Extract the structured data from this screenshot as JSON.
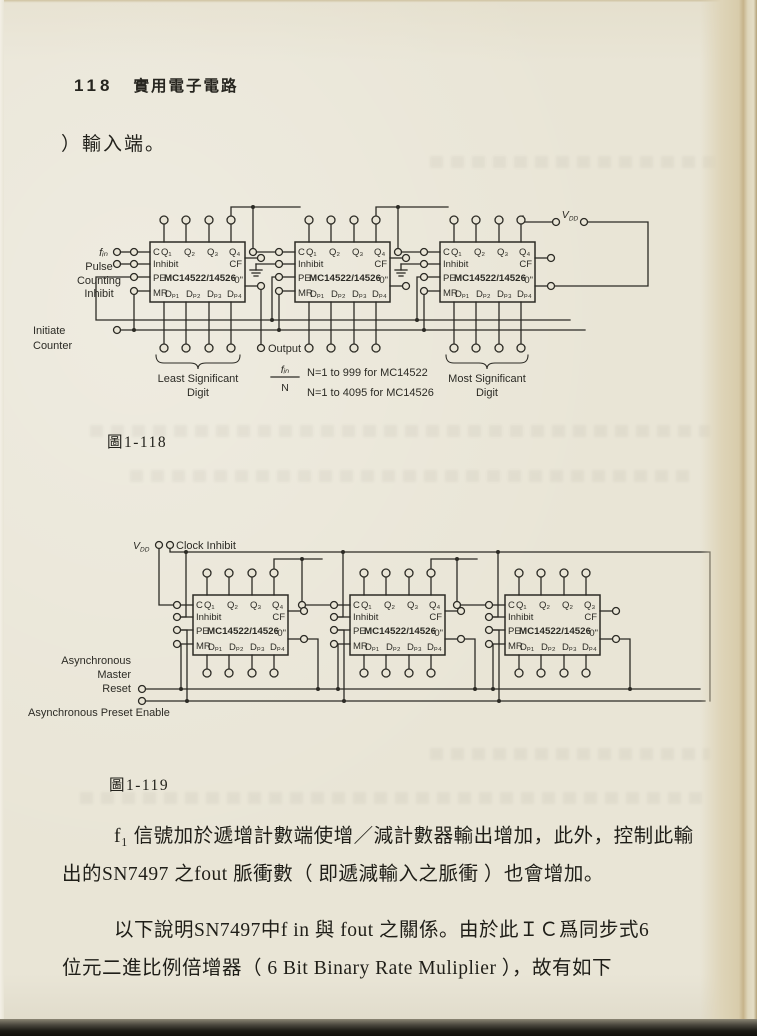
{
  "page": {
    "number": "118",
    "title": "實用電子電路"
  },
  "intro_line": "）輸入端。",
  "ic": {
    "c": "C",
    "q1": "Q₁",
    "q2": "Q₂",
    "q3": "Q₃",
    "q4": "Q₄",
    "inhibit": "Inhibit",
    "cf": "CF",
    "pe": "PE",
    "name": "MC14522/14526",
    "zero": "\"0\"",
    "mr": "MR",
    "dp1": "Dₚ₁",
    "dp2": "Dₚ₂",
    "dp3": "Dₚ₃",
    "dp4": "Dₚ₄"
  },
  "ic_variant_q": [
    "Q₁",
    "Q₂",
    "Q₂",
    "Q₃"
  ],
  "fig1": {
    "caption": "圖1-118",
    "fin": "fᵢₙ",
    "pulse_inhibit_lines": [
      "Pulse",
      "Counting",
      "Inhibit"
    ],
    "initiate_lines": [
      "Initiate",
      "Counter"
    ],
    "output": "Output",
    "frac_num": "fᵢₙ",
    "frac_den": "N",
    "n_range_1": "N=1 to 999 for MC14522",
    "n_range_2": "N=1 to 4095 for MC14526",
    "lsd_lines": [
      "Least Significant",
      "Digit"
    ],
    "msd_lines": [
      "Most Significant",
      "Digit"
    ],
    "vdd_base": "V",
    "vdd_sub": "DD"
  },
  "fig2": {
    "caption": "圖1-119",
    "vdd_base": "V",
    "vdd_sub": "DD",
    "clock_inhibit": "Clock Inhibit",
    "amr_lines": [
      "Asynchronous",
      "Master",
      "Reset"
    ],
    "ape_line": "Asynchronous Preset Enable"
  },
  "para1_lines": [
    "f₁ 信號加於遞增計數端使增／減計數器輸出增加，此外，控制此輸",
    "出的SN7497 之fout 脈衝數（ 即遞減輸入之脈衝 ）也會增加。"
  ],
  "para2_lines": [
    "以下說明SN7497中f in 與 fout 之關係。由於此ＩＣ爲同步式6",
    "位元二進比例倍增器（ 6 Bit Binary Rate Muliplier ），故有如下"
  ]
}
